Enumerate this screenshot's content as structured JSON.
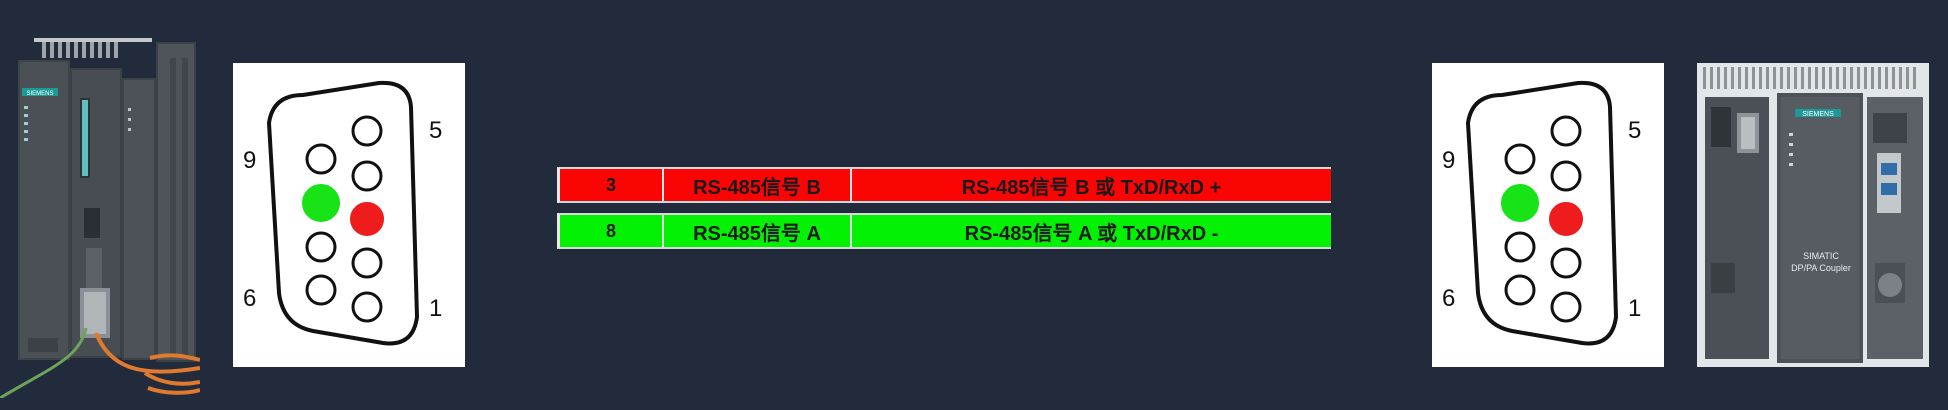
{
  "left_device": {
    "brand_label": "SIEMENS"
  },
  "left_connector": {
    "pin_labels": {
      "top_left": "9",
      "top_right": "5",
      "bottom_left": "6",
      "bottom_right": "1"
    },
    "highlight_colors": {
      "pin_8": "#17e317",
      "pin_3": "#ee1c1c"
    }
  },
  "signals": [
    {
      "pin": "3",
      "name": "RS-485信号 B",
      "description": "RS-485信号 B 或 TxD/RxD +",
      "color": "#fb0404"
    },
    {
      "pin": "8",
      "name": "RS-485信号 A",
      "description": "RS-485信号 A 或 TxD/RxD -",
      "color": "#03f103"
    }
  ],
  "right_connector": {
    "pin_labels": {
      "top_left": "9",
      "top_right": "5",
      "bottom_left": "6",
      "bottom_right": "1"
    }
  },
  "right_device": {
    "brand_label": "SIEMENS",
    "model_line1": "SIMATIC",
    "model_line2": "DP/PA Coupler"
  }
}
